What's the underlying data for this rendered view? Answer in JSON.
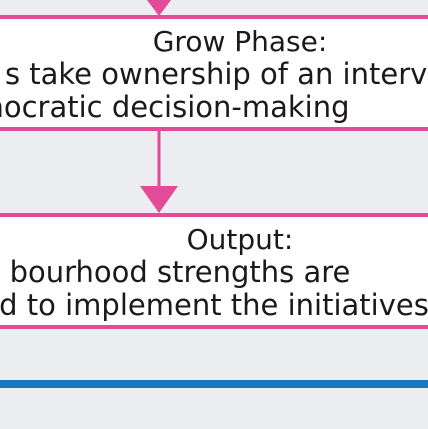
{
  "grow_phase": {
    "title": "Grow Phase:",
    "line1": "s take ownership of an interver",
    "line2": "nocratic decision-making"
  },
  "output": {
    "title": "Output:",
    "line1": "bourhood strengths are",
    "line2": "d to implement the initiatives"
  },
  "colors": {
    "border": "#e14b97",
    "arrow": "#e14b97",
    "rule": "#1a7abf",
    "background": "#ebedf1",
    "box": "#ffffff"
  }
}
